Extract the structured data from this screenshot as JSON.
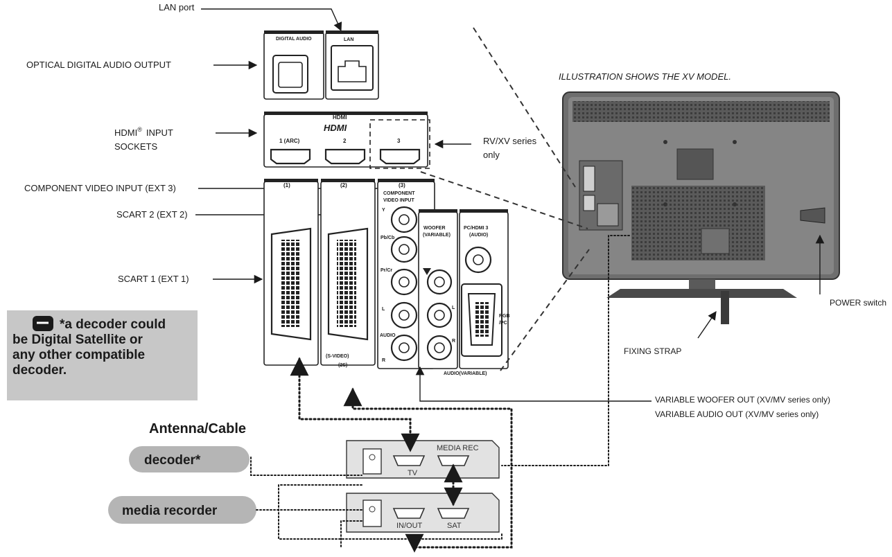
{
  "labels": {
    "lan_port": "LAN port",
    "optical": "OPTICAL DIGITAL AUDIO OUTPUT",
    "hdmi_line1": "HDMI",
    "hdmi_reg": "®",
    "hdmi_line1b": "INPUT",
    "hdmi_line2": "SOCKETS",
    "component": "COMPONENT VIDEO INPUT (EXT 3)",
    "scart2": "SCART 2 (EXT 2)",
    "scart1": "SCART 1 (EXT 1)",
    "rvxv_line1": "RV/XV series",
    "rvxv_line2": "only",
    "illustration": "ILLUSTRATION SHOWS THE XV MODEL.",
    "power_switch": "POWER switch",
    "fixing_strap": "FIXING STRAP",
    "woofer_out": "VARIABLE WOOFER OUT (XV/MV series only)",
    "audio_out": "VARIABLE AUDIO OUT (XV/MV series only)",
    "antenna": "Antenna/Cable"
  },
  "panel": {
    "digital_audio": "DIGITAL AUDIO",
    "lan": "LAN",
    "hdmi_head": "HDMI",
    "hdmi_logo": "HDMI",
    "hdmi_1": "1 (ARC)",
    "hdmi_2": "2",
    "hdmi_3": "3",
    "scart1_tab": "(1)",
    "scart2_tab": "(2)",
    "comp_tab": "(3)",
    "comp_head_1": "COMPONENT",
    "comp_head_2": "VIDEO INPUT",
    "y": "Y",
    "pbcb": "Pb/Cb",
    "prcr": "Pr/Cr",
    "l": "L",
    "audio": "AUDIO",
    "r": "R",
    "woofer_1": "WOOFER",
    "woofer_2": "(VARIABLE)",
    "pc_1": "PC/HDMI 3",
    "pc_2": "(AUDIO)",
    "l2": "L",
    "r2": "R",
    "rgb_1": "RGB",
    "rgb_2": "/PC",
    "svideo_1": "(S-VIDEO)",
    "svideo_2": "(2S)",
    "audio_variable": "AUDIO(VARIABLE)"
  },
  "note": {
    "line1": "*a decoder could",
    "line2": "be Digital Satellite or",
    "line3": "any other compatible",
    "line4": "decoder."
  },
  "devices": {
    "decoder": "decoder*",
    "media_recorder": "media recorder",
    "box1_head": "MEDIA REC",
    "box1_tv": "TV",
    "box2_inout": "IN/OUT",
    "box2_sat": "SAT"
  },
  "colors": {
    "pill_bg": "#b5b5b5",
    "note_bg": "#c7c7c7",
    "tv_body": "#7a7a7a"
  }
}
